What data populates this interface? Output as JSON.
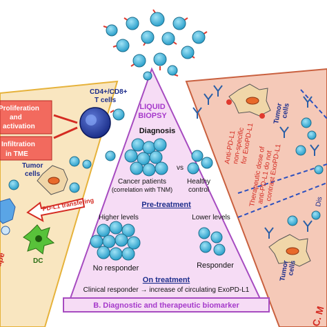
{
  "left_panel": {
    "cd_label_line1": "CD4+/CD8+",
    "cd_label_line2": "T cells",
    "box_proliferation_line1": "Proliferation",
    "box_proliferation_line2": "and",
    "box_proliferation_line3": "activation",
    "box_infiltration_line1": "Infiltration",
    "box_infiltration_line2": "in TME",
    "tumor_cells_line1": "Tumor",
    "tumor_cells_line2": "cells",
    "pdl1_transfer": "PD-L1 transfering",
    "dc_label": "DC",
    "escape_label": "e escape"
  },
  "center_panel": {
    "title_line1": "LIQUID",
    "title_line2": "BIOPSY",
    "diagnosis": "Diagnosis",
    "vs": "vs",
    "cancer_patients": "Cancer patients",
    "correlation": "(correlation with TNM)",
    "healthy_line1": "Healthy",
    "healthy_line2": "control",
    "pre_treatment": "Pre-treatment",
    "higher_levels": "Higher levels",
    "lower_levels": "Lower levels",
    "no_responder": "No responder",
    "responder": "Responder",
    "on_treatment": "On treatment",
    "clinical_text": "Clinical responder → increase of circulating ExoPD-L1",
    "section_label": "B. Diagnostic and therapeutic biomarker"
  },
  "right_panel": {
    "tumor_cells_line1": "Tumor",
    "tumor_cells_line2": "cells",
    "anti_line1": "Anti-PD-L1",
    "anti_line2": "non-specific",
    "anti_line3": "for ExoPD-L1",
    "dose_line1": "Therapeutic dose of",
    "dose_line2": "anti-PD-L1 do not",
    "dose_line3": "contrast ExoPD-L1",
    "dis_fragment": "Dis",
    "section_label": "C. M"
  },
  "colors": {
    "left_bg": "#f9e6c0",
    "left_border": "#e6b23a",
    "center_bg": "#f6dcf5",
    "center_border": "#a64bc0",
    "right_bg": "#f5c9b8",
    "right_border": "#c9603f",
    "exosome": "#3fb5dc",
    "exosome_spike": "#e0392e",
    "red_box": "#f26a5e",
    "blue_heading": "#1d2e8c",
    "purple_title": "#a63acb"
  }
}
